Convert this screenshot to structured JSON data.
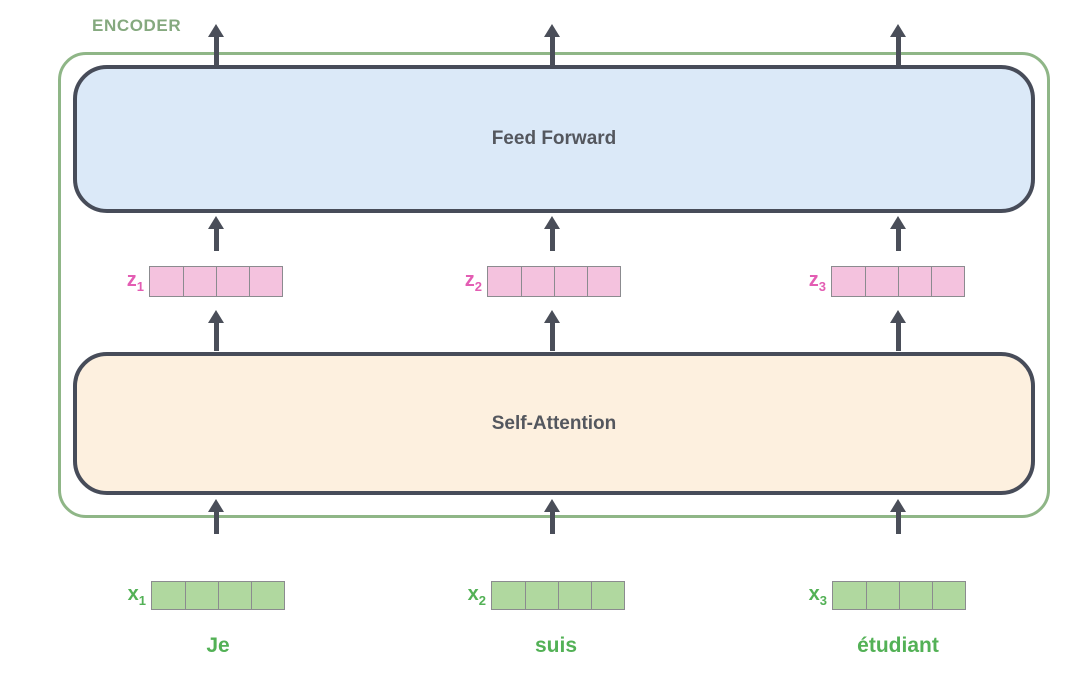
{
  "encoder": {
    "label": "ENCODER"
  },
  "blocks": {
    "feed_forward": "Feed Forward",
    "self_attention": "Self-Attention"
  },
  "cells_per_vector": 4,
  "columns": [
    {
      "z_label": "z",
      "z_sub": "1",
      "x_label": "x",
      "x_sub": "1",
      "token": "Je"
    },
    {
      "z_label": "z",
      "z_sub": "2",
      "x_label": "x",
      "x_sub": "2",
      "token": "suis"
    },
    {
      "z_label": "z",
      "z_sub": "3",
      "x_label": "x",
      "x_sub": "3",
      "token": "étudiant"
    }
  ],
  "colors": {
    "encoder_label": "#85a97f",
    "encoder_border": "#8fb687",
    "box_border": "#474c59",
    "box_text": "#54575e",
    "ff_fill": "#dbe9f8",
    "sa_fill": "#fdf0df",
    "arrow": "#4a4e59",
    "z_label": "#e35db3",
    "z_fill": "#f4c2de",
    "x_label": "#53b156",
    "x_fill": "#b0d89f",
    "token_text": "#53b156",
    "cell_border": "#8b8b8f"
  }
}
